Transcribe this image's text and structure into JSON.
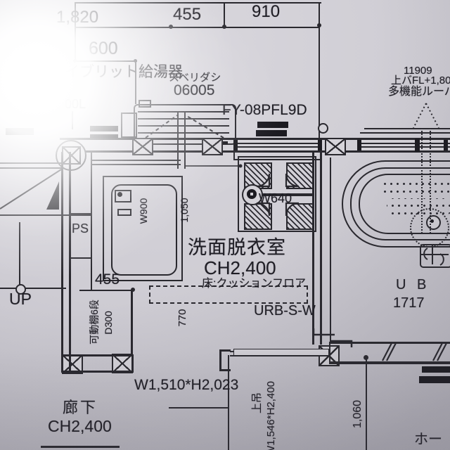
{
  "photo": {
    "paper_color": "#cfcdd4",
    "ink_color": "#29282e"
  },
  "dims": {
    "top_1820": "1,820",
    "top_455": "455",
    "top_910": "910",
    "top_600": "600",
    "closet_455": "455",
    "v_1050": "1,050",
    "v_770": "770",
    "v_1060": "1,060",
    "door_opening": "W1,510*H2,023",
    "hang_label": "上吊",
    "hang_size": "W1,546*H2,400"
  },
  "equipment": {
    "heater": "イブリット給湯器",
    "tank": "00L",
    "window_type": "スベリダシ",
    "window_code": "06005",
    "fan_model": "FY-08PFL9D",
    "louver_num": "11909",
    "louver_fl": "上バFL+1,80",
    "louver_name": "多機能ルーバ",
    "vanity_width": "W900",
    "pan_width": "W640",
    "urb_model": "URB-S-W",
    "shelf": "可動棚6段",
    "shelf_depth": "D300"
  },
  "rooms": {
    "washroom": "洗面脱衣室",
    "washroom_ch": "CH2,400",
    "washroom_floor": "床:クッションフロア",
    "corridor": "廊下",
    "corridor_ch": "CH2,400",
    "ps": "PS",
    "up": "UP",
    "ub": "U B",
    "ub_size": "1717",
    "hall": "ホー"
  }
}
